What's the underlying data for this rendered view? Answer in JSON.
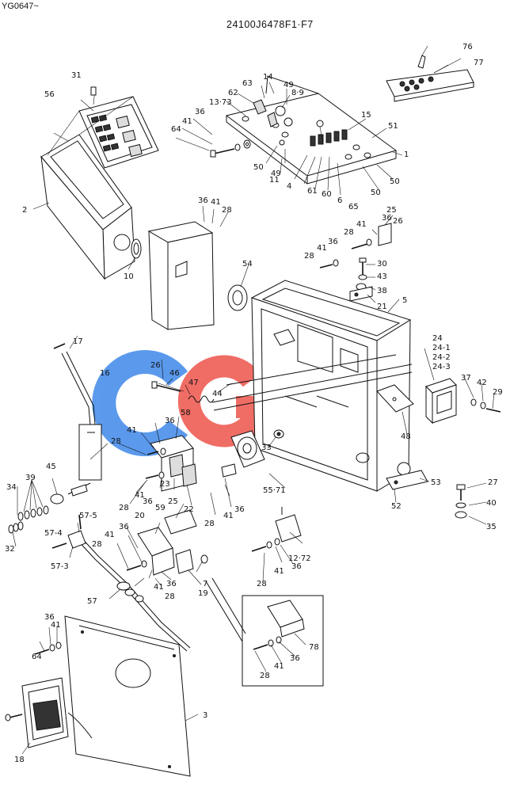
{
  "header": {
    "serial_range": "YG0647~",
    "part_number": "24100J6478F1·F7"
  },
  "watermark": {
    "text": "CGHC",
    "colors": {
      "C1": "#4a8fea",
      "G": "#ee5e55",
      "H": "#f3c52e",
      "C2": "#2aa35a"
    }
  },
  "callouts": {
    "c1": "1",
    "c2": "2",
    "c3": "3",
    "c4": "4",
    "c5": "5",
    "c6": "6",
    "c7": "7",
    "c8_9": "8·9",
    "c10": "10",
    "c11": "11",
    "c12_72": "12·72",
    "c13_73": "13·73",
    "c14": "14",
    "c15": "15",
    "c16": "16",
    "c17": "17",
    "c18": "18",
    "c19": "19",
    "c20": "20",
    "c21": "21",
    "c22": "22",
    "c23": "23",
    "c24": "24",
    "c24_1": "24-1",
    "c24_2": "24-2",
    "c24_3": "24-3",
    "c25": "25",
    "c25b": "25",
    "c26": "26",
    "c26b": "26",
    "c27": "27",
    "c28a": "28",
    "c28b": "28",
    "c28c": "28",
    "c28d": "28",
    "c28e": "28",
    "c28f": "28",
    "c28g": "28",
    "c28h": "28",
    "c28i": "28",
    "c28j": "28",
    "c29": "29",
    "c30": "30",
    "c31": "31",
    "c32": "32",
    "c33": "33",
    "c34": "34",
    "c35": "35",
    "c36a": "36",
    "c36b": "36",
    "c36c": "36",
    "c36d": "36",
    "c36e": "36",
    "c36f": "36",
    "c36g": "36",
    "c36h": "36",
    "c36i": "36",
    "c36j": "36",
    "c36k": "36",
    "c36l": "36",
    "c37": "37",
    "c38": "38",
    "c39": "39",
    "c40": "40",
    "c41a": "41",
    "c41b": "41",
    "c41c": "41",
    "c41d": "41",
    "c41e": "41",
    "c41f": "41",
    "c41g": "41",
    "c41h": "41",
    "c41i": "41",
    "c41j": "41",
    "c41k": "41",
    "c41l": "41",
    "c42": "42",
    "c43": "43",
    "c44": "44",
    "c45": "45",
    "c46": "46",
    "c47": "47",
    "c48": "48",
    "c49a": "49",
    "c49b": "49",
    "c50a": "50",
    "c50b": "50",
    "c50c": "50",
    "c51": "51",
    "c52": "52",
    "c53": "53",
    "c54": "54",
    "c55_71": "55·71",
    "c56": "56",
    "c57": "57",
    "c57_3": "57-3",
    "c57_4": "57-4",
    "c57_5": "57-5",
    "c58": "58",
    "c59": "59",
    "c60": "60",
    "c61": "61",
    "c62": "62",
    "c63": "63",
    "c64a": "64",
    "c64b": "64",
    "c65": "65",
    "c76": "76",
    "c77": "77",
    "c78": "78"
  }
}
